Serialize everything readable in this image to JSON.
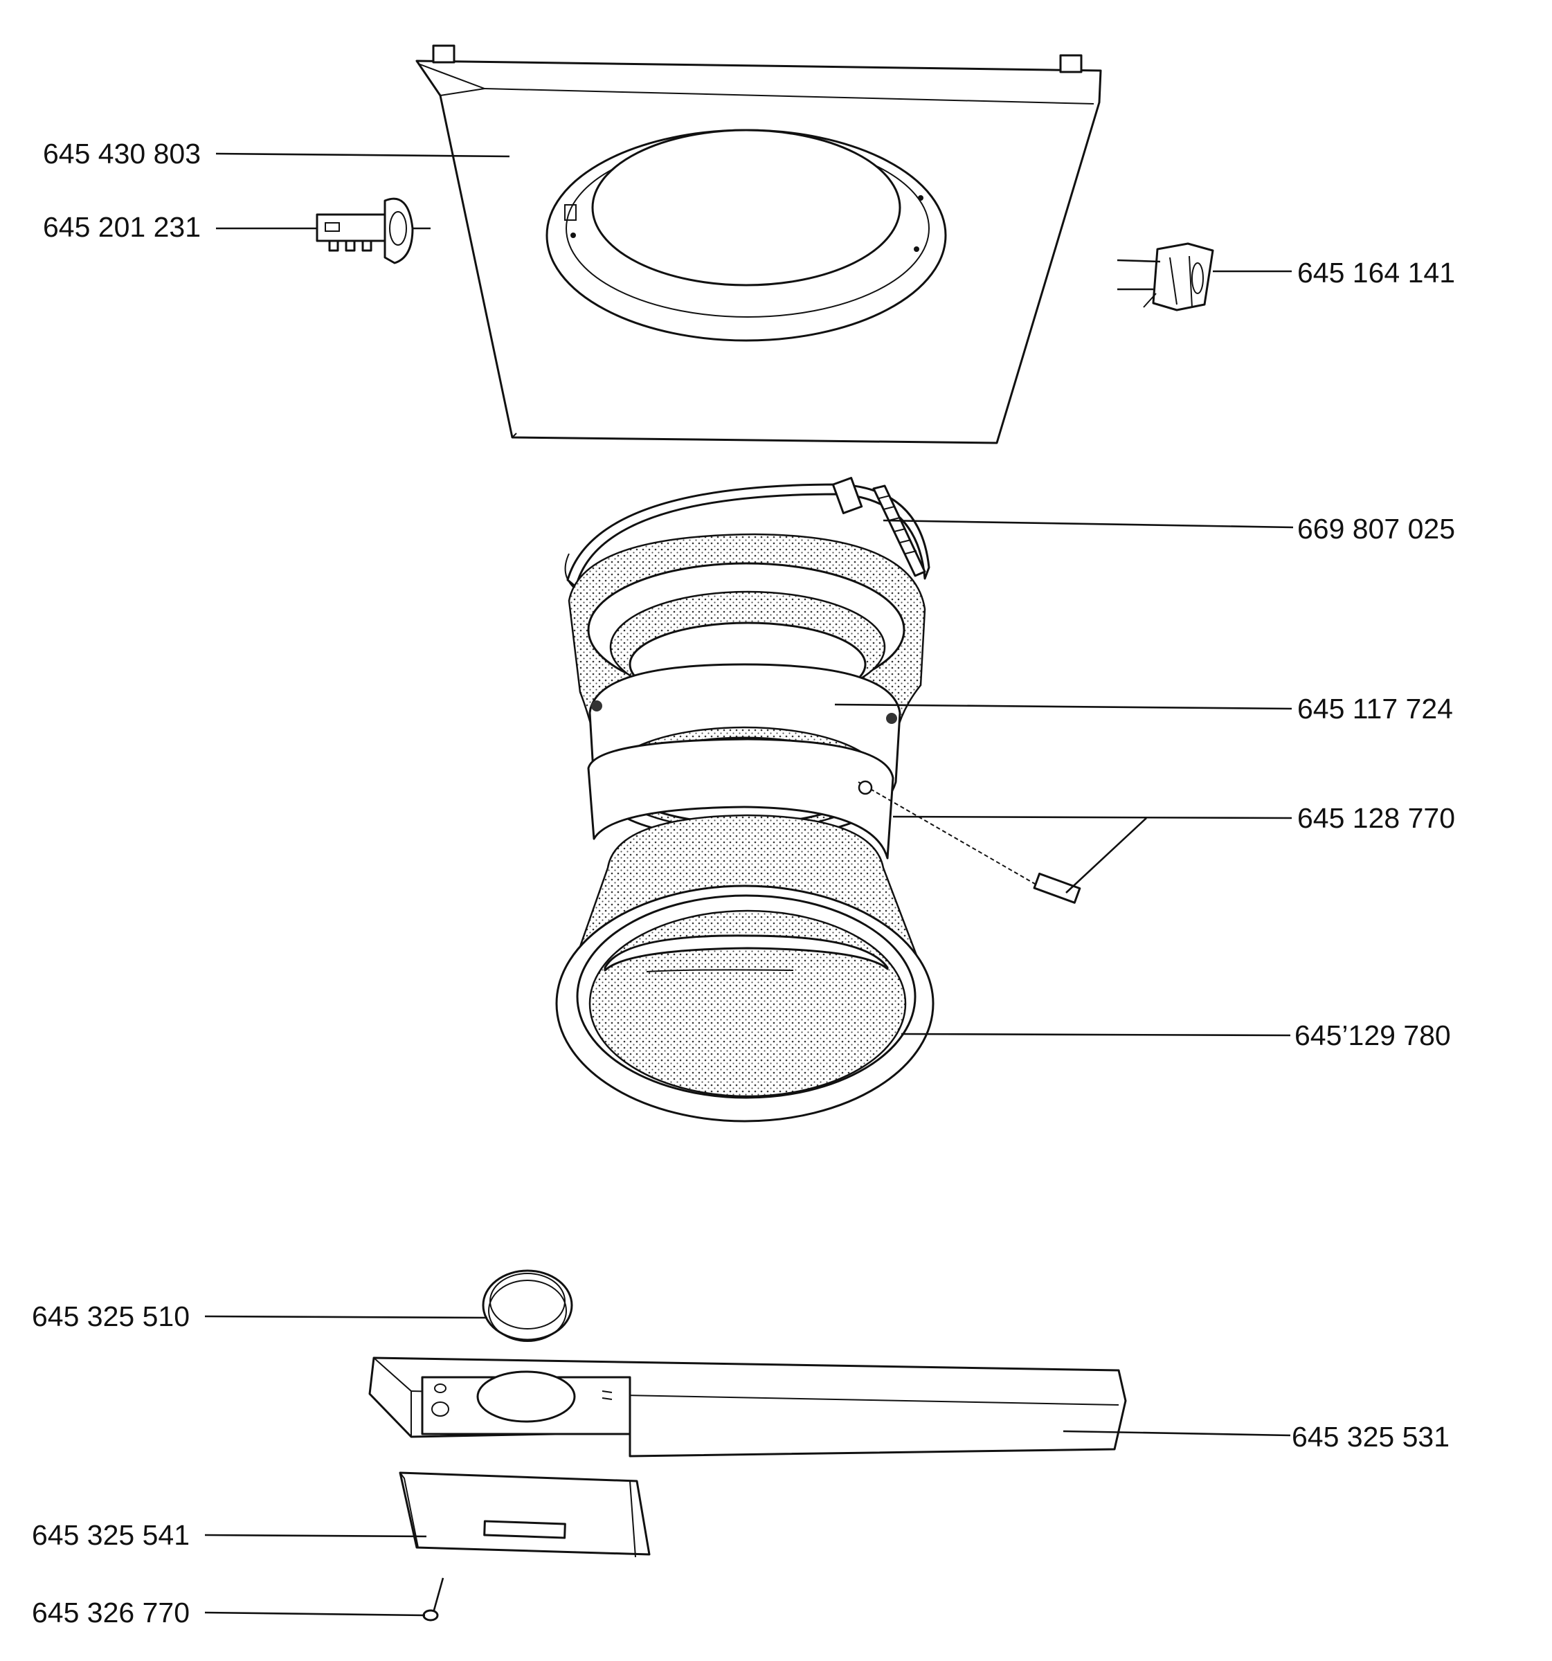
{
  "parts": [
    {
      "id": "front-panel",
      "number": "645 430 803"
    },
    {
      "id": "door-interlock",
      "number": "645 201 231"
    },
    {
      "id": "door-hinge",
      "number": "645 164 141"
    },
    {
      "id": "clamp-band",
      "number": "669 807 025"
    },
    {
      "id": "door-seal",
      "number": "645 117 724"
    },
    {
      "id": "seal-spring",
      "number": "645 128 770"
    },
    {
      "id": "door-ring",
      "number": "645’129 780"
    },
    {
      "id": "knob-ring",
      "number": "645 325 510"
    },
    {
      "id": "control-panel",
      "number": "645 325 531"
    },
    {
      "id": "drawer-front",
      "number": "645 325 541"
    },
    {
      "id": "screw",
      "number": "645 326 770"
    }
  ]
}
